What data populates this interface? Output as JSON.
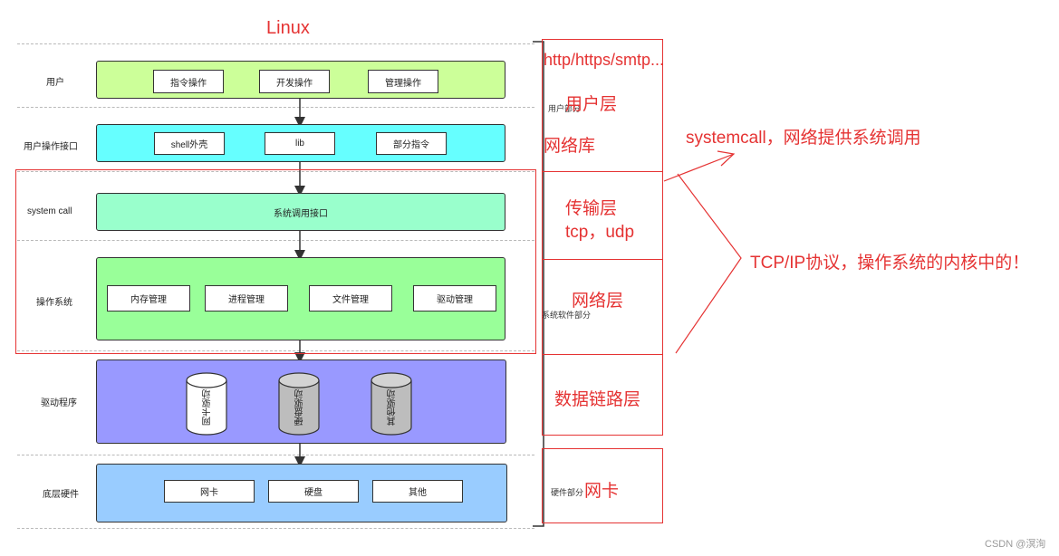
{
  "title": "Linux",
  "rows": [
    {
      "label": "用户"
    },
    {
      "label": "用户操作接口"
    },
    {
      "label": "system call"
    },
    {
      "label": "操作系统"
    },
    {
      "label": "驱动程序"
    },
    {
      "label": "底层硬件"
    }
  ],
  "user_layer": {
    "items": [
      "指令操作",
      "开发操作",
      "管理操作"
    ],
    "color": "#ccff99"
  },
  "interface_layer": {
    "items": [
      "shell外壳",
      "lib",
      "部分指令"
    ],
    "color": "#66ffff"
  },
  "syscall_layer": {
    "label": "系统调用接口",
    "color": "#99ffcc"
  },
  "os_layer": {
    "items": [
      "内存管理",
      "进程管理",
      "文件管理",
      "驱动管理"
    ],
    "color": "#99ff99"
  },
  "driver_layer": {
    "items": [
      "网卡驱动",
      "硬盘驱动",
      "其他驱动"
    ],
    "color": "#9999ff"
  },
  "hardware_layer": {
    "items": [
      "网卡",
      "硬盘",
      "其他"
    ],
    "color": "#99ccff"
  },
  "side_labels": {
    "user_part": "用户部分",
    "system_software_part": "系统软件部分",
    "hardware_part": "硬件部分"
  },
  "network": {
    "protocols": "http/https/smtp...",
    "user_layer": "用户层",
    "network_lib": "网络库",
    "transport_layer": "传输层",
    "transport_protocols": "tcp，udp",
    "network_layer": "网络层",
    "datalink_layer": "数据链路层",
    "nic": "网卡"
  },
  "annotations": {
    "systemcall": "systemcall，网络提供系统调用",
    "tcpip": "TCP/IP协议，操作系统的内核中的！"
  },
  "watermark": "CSDN @溟洵",
  "accent_color": "#e53333"
}
